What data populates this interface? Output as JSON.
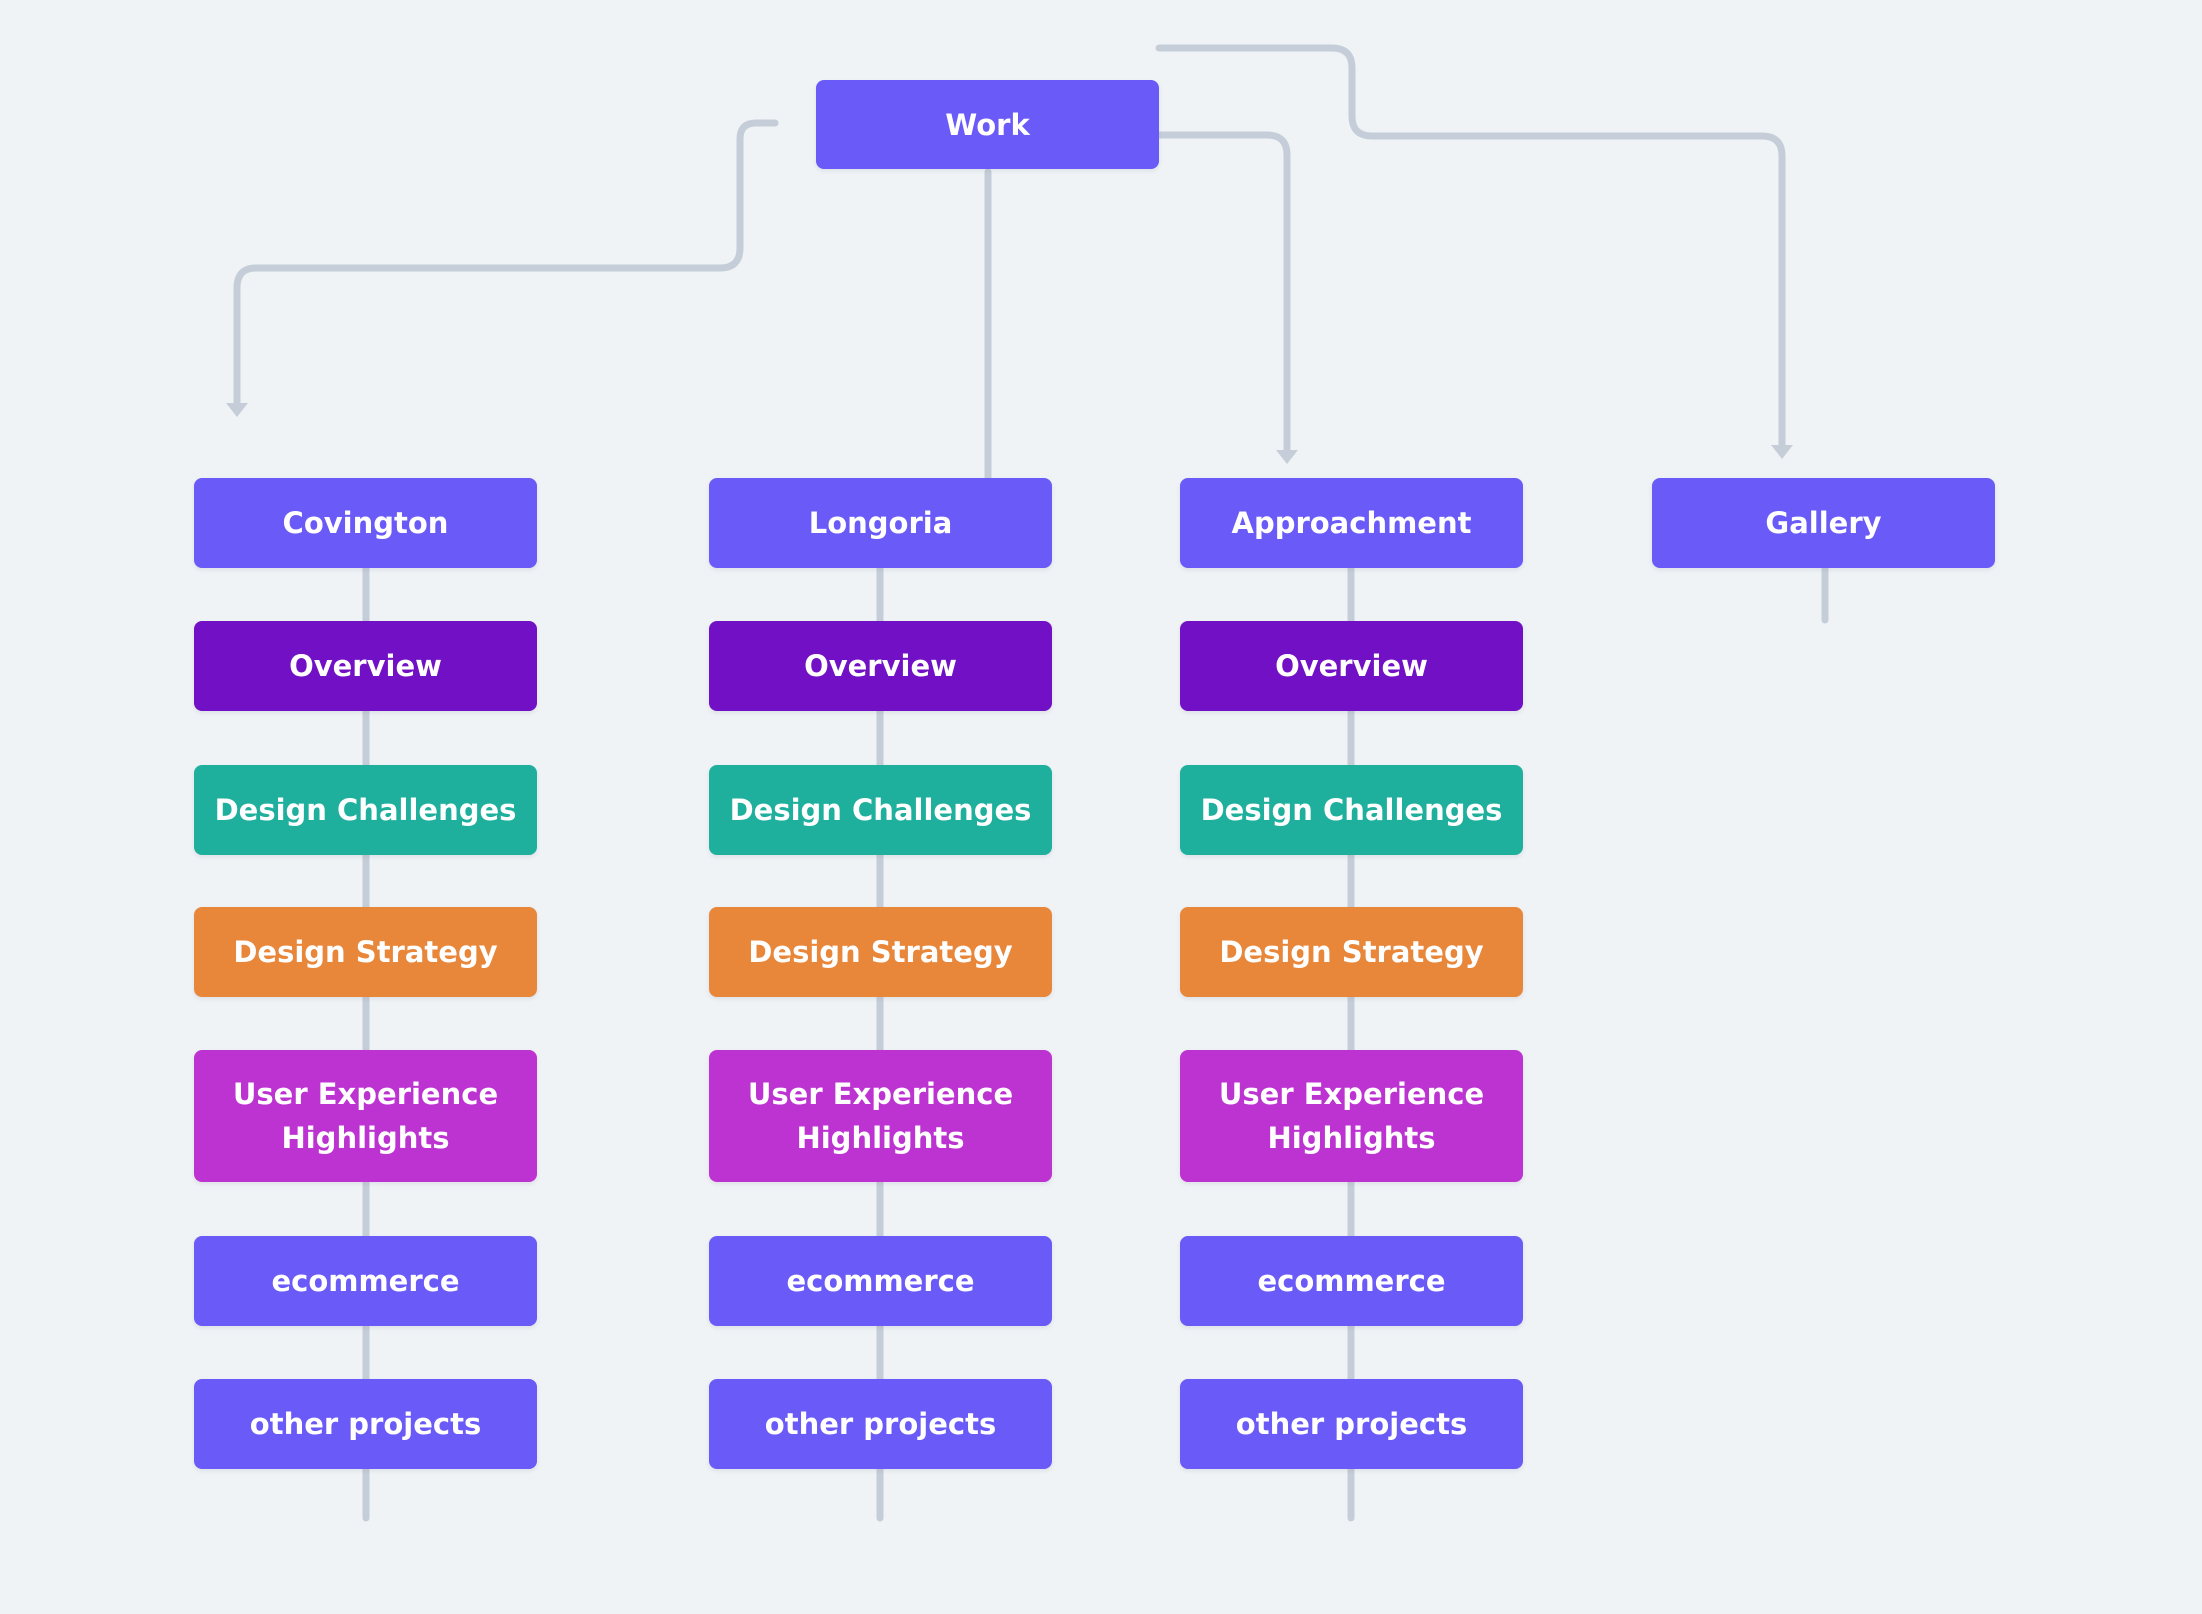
{
  "colors": {
    "background": "#eff3f6",
    "connector": "#c5ced8",
    "primary": "#6a5af7",
    "overview": "#7110c4",
    "challenges": "#1eb09d",
    "strategy": "#e8863a",
    "ux": "#bd33d1"
  },
  "root": {
    "label": "Work"
  },
  "gallery": {
    "label": "Gallery"
  },
  "columns": [
    {
      "project": "Covington",
      "overview": "Overview",
      "challenges": "Design Challenges",
      "strategy": "Design Strategy",
      "ux": "User Experience\nHighlights",
      "ecommerce": "ecommerce",
      "other": "other projects"
    },
    {
      "project": "Longoria",
      "overview": "Overview",
      "challenges": "Design Challenges",
      "strategy": "Design Strategy",
      "ux": "User Experience\nHighlights",
      "ecommerce": "ecommerce",
      "other": "other projects"
    },
    {
      "project": "Approachment",
      "overview": "Overview",
      "challenges": "Design Challenges",
      "strategy": "Design Strategy",
      "ux": "User Experience\nHighlights",
      "ecommerce": "ecommerce",
      "other": "other projects"
    }
  ]
}
